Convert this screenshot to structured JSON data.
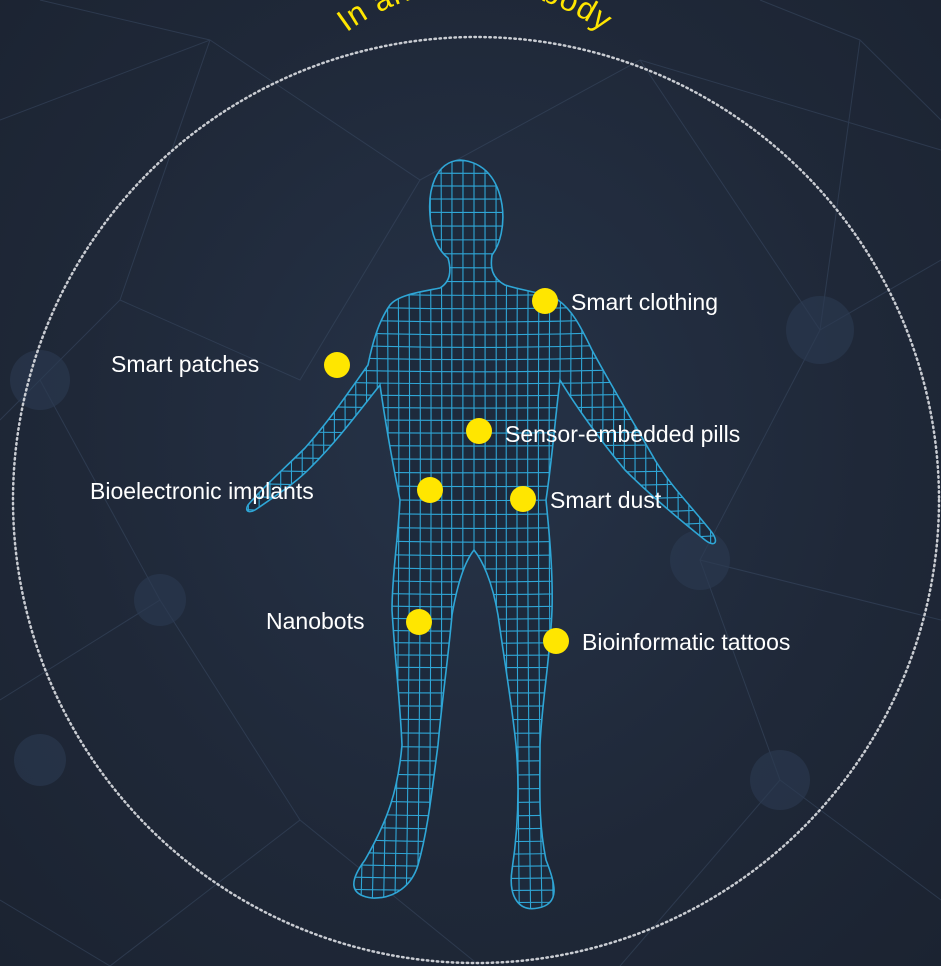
{
  "title": "In and on the body",
  "accent_color": "#ffe600",
  "circle_color": "#c9ccd2",
  "figure_color": "#2fa6d6",
  "label_color": "#ffffff",
  "figure_icon": "human-wireframe-icon",
  "labels": {
    "smart_clothing": "Smart clothing",
    "smart_patches": "Smart patches",
    "sensor_pills": "Sensor-embedded pills",
    "bioelectronic_implants": "Bioelectronic implants",
    "smart_dust": "Smart dust",
    "nanobots": "Nanobots",
    "bioinformatic_tattoos": "Bioinformatic tattoos"
  }
}
